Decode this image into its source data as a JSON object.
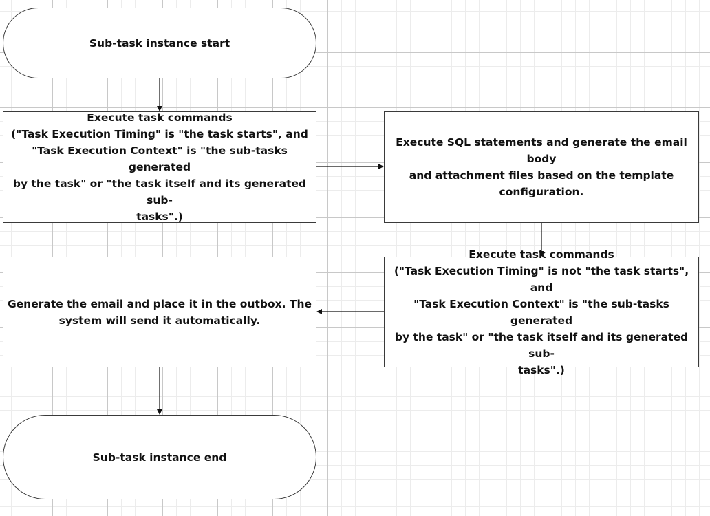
{
  "diagram": {
    "start": {
      "label": "Sub-task instance start"
    },
    "step1": {
      "title": "Execute task commands",
      "detail": "(\"Task Execution Timing\" is \"the task starts\", and\n\"Task Execution Context\" is \"the sub-tasks generated\nby the task\" or \"the task itself and its generated sub-\ntasks\".)"
    },
    "step2": {
      "label": "Execute SQL statements and generate the email body\nand attachment files based on the template\nconfiguration."
    },
    "step3": {
      "title": "Execute task commands",
      "detail": "(\"Task Execution Timing\" is not \"the task starts\", and\n\"Task Execution Context\" is \"the sub-tasks generated\nby the task\" or \"the task itself and its generated sub-\ntasks\".)"
    },
    "step4": {
      "label": "Generate the email and place it in the outbox. The\nsystem will send it automatically."
    },
    "end": {
      "label": "Sub-task instance end"
    }
  },
  "colors": {
    "border": "#3a3a3a",
    "text": "#111111",
    "grid_major": "#c8c8c8",
    "grid_minor": "#ececec",
    "background": "#ffffff"
  }
}
